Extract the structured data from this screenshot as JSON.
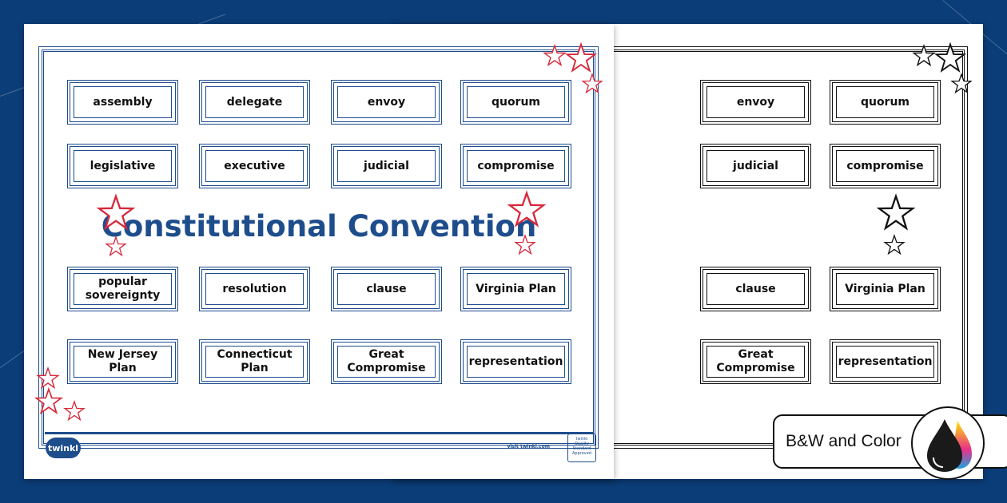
{
  "title": "Constitutional Convention",
  "words": [
    [
      "assembly",
      "delegate",
      "envoy",
      "quorum"
    ],
    [
      "legislative",
      "executive",
      "judicial",
      "compromise"
    ],
    [
      "popular sovereignty",
      "resolution",
      "clause",
      "Virginia Plan"
    ],
    [
      "New Jersey Plan",
      "Connecticut Plan",
      "Great Compromise",
      "representation"
    ]
  ],
  "footer": {
    "logo": "twinkl",
    "visit": "visit twinkl.com",
    "badge": "twinkl Quality Standard Approved"
  },
  "label": "B&W and Color",
  "icons": {
    "ink": "ink-drops-icon",
    "star": "star-icon"
  },
  "colors": {
    "background": "#0b3d78",
    "accent_blue": "#1e4d8c",
    "star_red": "#d6283a",
    "bw": "#111111"
  }
}
